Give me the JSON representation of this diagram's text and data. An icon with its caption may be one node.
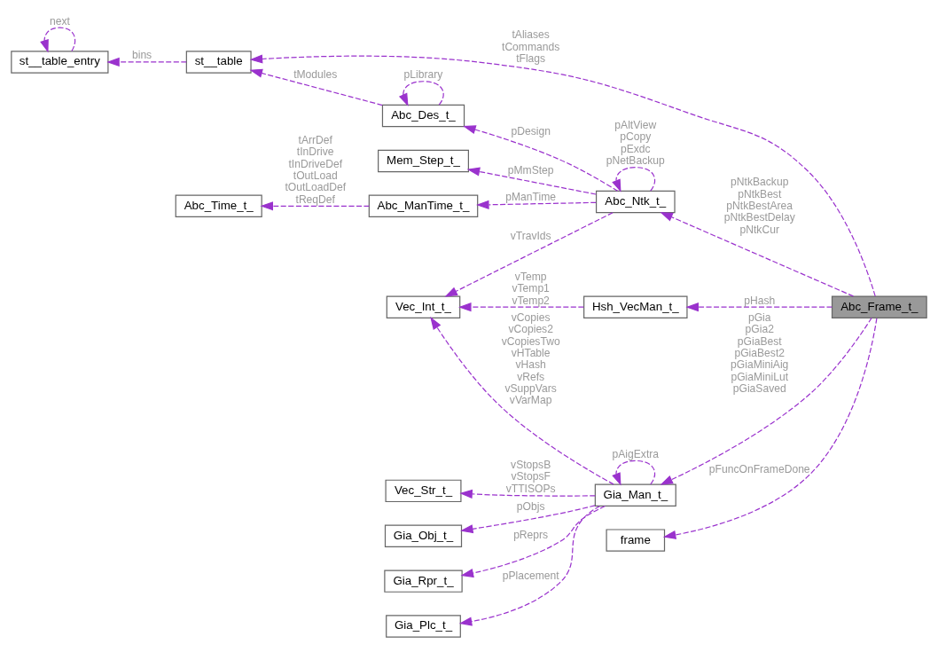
{
  "diagram": {
    "nodes": [
      {
        "text": [
          "Abc_Frame_t_"
        ]
      },
      {
        "text": [
          "st__table"
        ]
      },
      {
        "text": [
          "st__table_entry"
        ]
      },
      {
        "text": [
          "Abc_Ntk_t_"
        ]
      },
      {
        "text": [
          "Abc_Des_t_"
        ]
      },
      {
        "text": [
          "Mem_Step_t_"
        ]
      },
      {
        "text": [
          "Abc_ManTime_t_"
        ]
      },
      {
        "text": [
          "Abc_Time_t_"
        ]
      },
      {
        "text": [
          "Vec_Int_t_"
        ]
      },
      {
        "text": [
          "Hsh_VecMan_t_"
        ]
      },
      {
        "text": [
          "Gia_Man_t_"
        ]
      },
      {
        "text": [
          "Vec_Str_t_"
        ]
      },
      {
        "text": [
          "Gia_Obj_t_"
        ]
      },
      {
        "text": [
          "Gia_Rpr_t_"
        ]
      },
      {
        "text": [
          "Gia_Plc_t_"
        ]
      },
      {
        "text": [
          "frame"
        ]
      }
    ],
    "edges": [
      {
        "from": 0,
        "to": 1,
        "arrow": "to",
        "style": "dashed",
        "label": "tAliases tCommands tFlags"
      },
      {
        "from": 1,
        "to": 2,
        "arrow": "to",
        "style": "dashed",
        "label": "bins"
      },
      {
        "from": 2,
        "to": 2,
        "arrow": "to",
        "style": "dashed",
        "label": "next"
      },
      {
        "from": 4,
        "to": 1,
        "arrow": "to",
        "style": "dashed",
        "label": "tModules"
      },
      {
        "from": 3,
        "to": 5,
        "arrow": "to",
        "style": "dashed",
        "label": "pMmStep"
      },
      {
        "from": 4,
        "to": 4,
        "arrow": "to",
        "style": "dashed",
        "label": "pLibrary"
      },
      {
        "from": 3,
        "to": 3,
        "arrow": "to",
        "style": "dashed",
        "label": "pAltView pCopy pExdc pNetBackup"
      },
      {
        "from": 3,
        "to": 4,
        "arrow": "to",
        "style": "dashed",
        "label": "pDesign"
      },
      {
        "from": 6,
        "to": 7,
        "arrow": "to",
        "style": "dashed",
        "label": "tArrDef tInDrive tInDriveDef tOutLoad tOutLoadDef tReqDef"
      },
      {
        "from": 3,
        "to": 6,
        "arrow": "to",
        "style": "dashed",
        "label": "pManTime"
      },
      {
        "from": 0,
        "to": 3,
        "arrow": "to",
        "style": "dashed",
        "label": "pNtkBackup pNtkBest pNtkBestArea pNtkBestDelay pNtkCur"
      },
      {
        "from": 3,
        "to": 8,
        "arrow": "to",
        "style": "dashed",
        "label": "vTravIds"
      },
      {
        "from": 9,
        "to": 8,
        "arrow": "to",
        "style": "dashed",
        "label": "vTemp vTemp1 vTemp2"
      },
      {
        "from": 0,
        "to": 9,
        "arrow": "to",
        "style": "dashed",
        "label": "pHash"
      },
      {
        "from": 10,
        "to": 8,
        "arrow": "to",
        "style": "dashed",
        "label": "vCopies vCopies2 vCopiesTwo vHTable vHash vRefs vSuppVars vVarMap"
      },
      {
        "from": 0,
        "to": 10,
        "arrow": "to",
        "style": "dashed",
        "label": "pGia pGia2 pGiaBest pGiaBest2 pGiaMiniAig pGiaMiniLut pGiaSaved"
      },
      {
        "from": 10,
        "to": 10,
        "arrow": "to",
        "style": "dashed",
        "label": "pAigExtra"
      },
      {
        "from": 10,
        "to": 11,
        "arrow": "to",
        "style": "dashed",
        "label": "vStopsB vStopsF vTTISOPs"
      },
      {
        "from": 10,
        "to": 12,
        "arrow": "to",
        "style": "dashed",
        "label": "pObjs"
      },
      {
        "from": 10,
        "to": 13,
        "arrow": "to",
        "style": "dashed",
        "label": "pReprs"
      },
      {
        "from": 10,
        "to": 14,
        "arrow": "to",
        "style": "dashed",
        "label": "pPlacement"
      },
      {
        "from": 0,
        "to": 15,
        "arrow": "to",
        "style": "dashed",
        "label": "pFuncOnFrameDone"
      }
    ]
  }
}
